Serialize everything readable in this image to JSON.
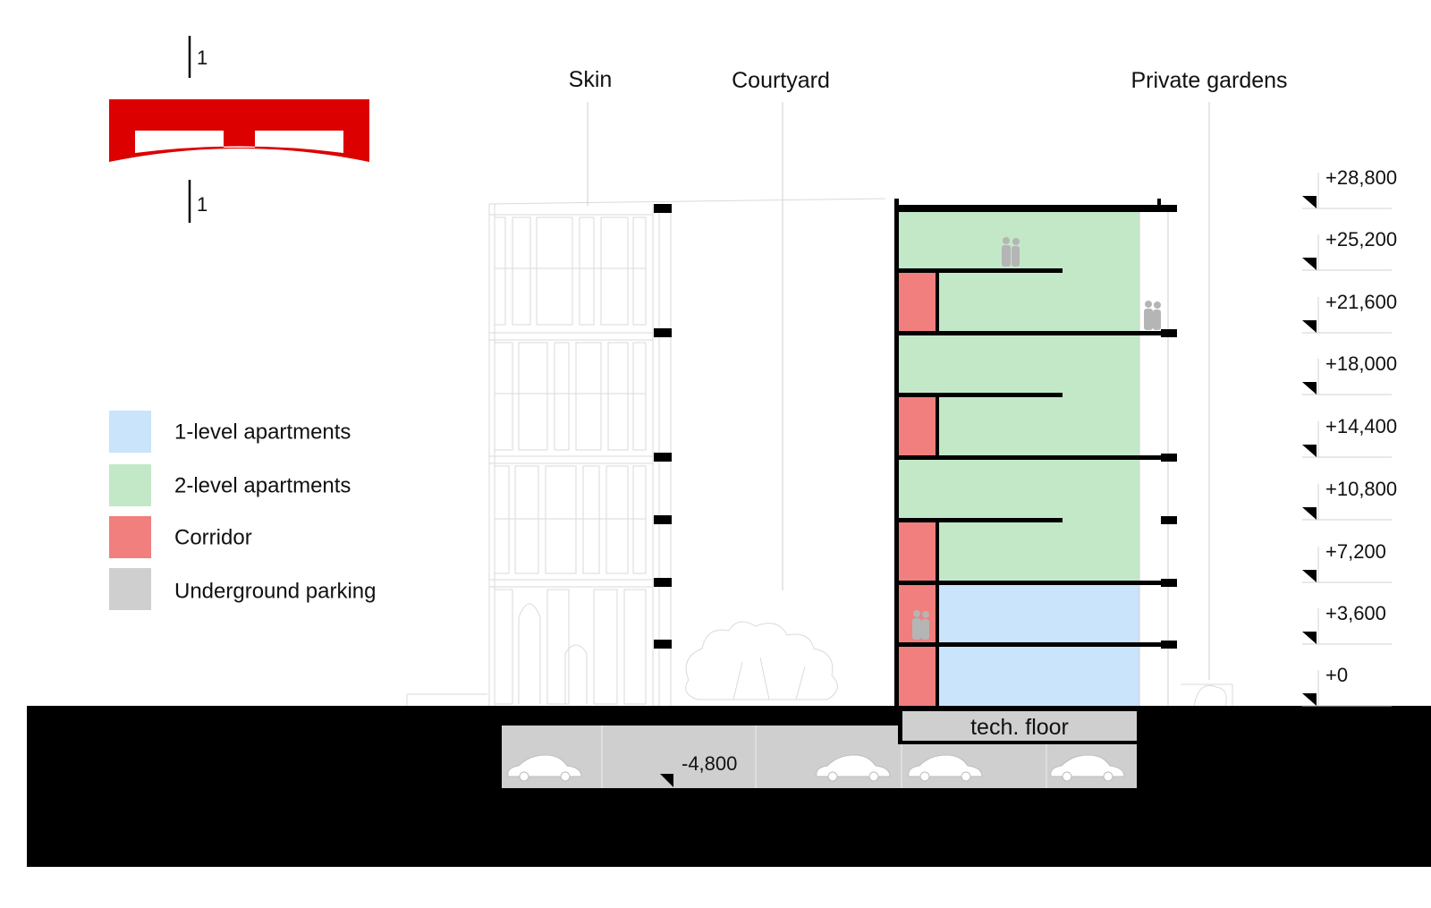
{
  "colors": {
    "one_level": "#c9e4fb",
    "two_level": "#c3e8c8",
    "corridor": "#f07f7e",
    "parking": "#cfcfcf",
    "key_plan": "#dd0000",
    "ground": "#000000",
    "facade": "#dadada"
  },
  "key_plan": {
    "marker_top": "1",
    "marker_bottom": "1"
  },
  "zone_labels": {
    "skin": "Skin",
    "courtyard": "Courtyard",
    "private_gardens": "Private gardens"
  },
  "legend": [
    {
      "label": "1-level apartments",
      "color": "#c9e4fb"
    },
    {
      "label": "2-level apartments",
      "color": "#c3e8c8"
    },
    {
      "label": "Corridor",
      "color": "#f07f7e"
    },
    {
      "label": "Underground parking",
      "color": "#cfcfcf"
    }
  ],
  "levels": [
    "+28,800",
    "+25,200",
    "+21,600",
    "+18,000",
    "+14,400",
    "+10,800",
    "+7,200",
    "+3,600",
    "+0"
  ],
  "basement": {
    "level": "-4,800",
    "tech_floor": "tech. floor"
  }
}
